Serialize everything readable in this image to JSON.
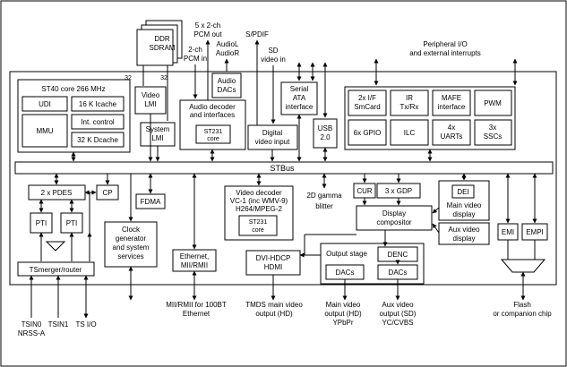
{
  "diagram": {
    "top_labels": {
      "pcm_out": [
        "5 x 2-ch",
        "PCM out"
      ],
      "spdif": "S/PDIF",
      "pcm_in": [
        "2-ch",
        "PCM in"
      ],
      "audio_lr": [
        "AudioL",
        "AudioR"
      ],
      "sd_video_in": [
        "SD",
        "video in"
      ],
      "peripheral_io": [
        "Peripheral I/O",
        "and external interrupts"
      ],
      "num_32a": "32",
      "num_32b": "32"
    },
    "blocks": {
      "ddr_sdram": [
        "DDR",
        "SDRAM"
      ],
      "st40_title": "ST40 core 266 MHz",
      "udi": "UDI",
      "icache": "16 K Icache",
      "int_control": "Int. control",
      "mmu": "MMU",
      "dcache": "32 K Dcache",
      "video_lmi": [
        "Video",
        "LMI"
      ],
      "system_lmi": [
        "System",
        "LMI"
      ],
      "audio_dacs": [
        "Audio",
        "DACs"
      ],
      "audio_decoder": [
        "Audio decoder",
        "and interfaces"
      ],
      "st231_audio": [
        "ST231",
        "core"
      ],
      "digital_video_input": [
        "Digital",
        "video input"
      ],
      "serial_ata": [
        "Serial",
        "ATA",
        "interface"
      ],
      "usb": [
        "USB",
        "2.0"
      ],
      "smcard": [
        "2x I/F",
        "SmCard"
      ],
      "ir": [
        "IR",
        "Tx/Rx"
      ],
      "mafe": [
        "MAFE",
        "interface"
      ],
      "pwm": "PWM",
      "gpio": "6x GPIO",
      "ilc": "ILC",
      "uarts": [
        "4x",
        "UARTs"
      ],
      "sscs": [
        "3x",
        "SSCs"
      ],
      "stbus": "STBus",
      "pdes": "2 x PDES",
      "cp": "CP",
      "pti1": "PTI",
      "pti2": "PTI",
      "fdma": "FDMA",
      "clock_gen": [
        "Clock",
        "generator",
        "and system",
        "services"
      ],
      "ethernet": [
        "Ethernet,",
        "MII/RMII"
      ],
      "video_decoder": [
        "Video decoder",
        "VC-1 (inc WMV-9)",
        "H264/MPEG-2"
      ],
      "st231_video": [
        "ST231",
        "core"
      ],
      "gamma_blitter": [
        "2D gamma",
        "blitter"
      ],
      "cur": "CUR",
      "gdp": "3 x GDP",
      "dei": "DEI",
      "display_compositor": [
        "Display",
        "compositor"
      ],
      "main_video_display": [
        "Main video",
        "display"
      ],
      "aux_video_display": [
        "Aux video",
        "display"
      ],
      "emi": "EMI",
      "empi": "EMPI",
      "tsmerger": "TSmerger/router",
      "dvi_hdcp": [
        "DVI-HDCP",
        "HDMI"
      ],
      "output_stage": "Output stage",
      "denc": "DENC",
      "dacs1": "DACs",
      "dacs2": "DACs"
    },
    "bottom_labels": {
      "tsin0": [
        "TSIN0",
        "NRSS-A"
      ],
      "tsin1": "TSIN1",
      "ts_io": "TS I/O",
      "mii": [
        "MII/RMII for 100BT",
        "Ethernet"
      ],
      "tmds": [
        "TMDS main video",
        "output (HD)"
      ],
      "main_video_out": [
        "Main video",
        "output (HD)",
        "YPbPr"
      ],
      "aux_video_out": [
        "Aux video",
        "output (SD)",
        "YC/CVBS"
      ],
      "flash": [
        "Flash",
        "or companion chip"
      ]
    }
  }
}
